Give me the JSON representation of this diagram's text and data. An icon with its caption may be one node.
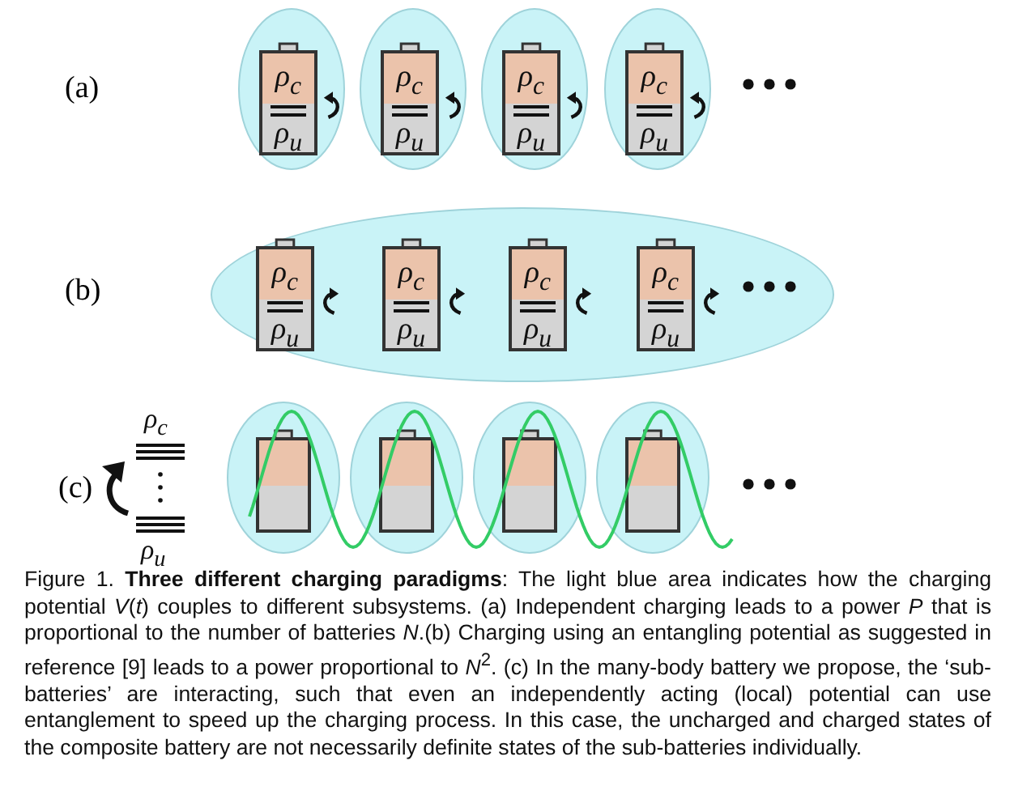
{
  "diagram": {
    "caption": "Figure 1. **Three different charging paradigms**: The light blue area indicates how the charging potential *V*(*t*) couples to different subsystems. (a) Independent charging leads to a power *P* that is proportional to the number of batteries *N*.(b) Charging using an entangling potential as suggested in reference [9] leads to a power proportional to *N*$^{2}$. (c) In the many-body battery we propose, the ‘sub-batteries’ are interacting, such that even an independently acting (local) potential can use entanglement to speed up the charging process. In this case, the uncharged and charged states of the composite battery are not necessarily definite states of the sub-batteries individually.",
    "nodes": [
      {
        "text": [],
        "shape": "ellipse"
      },
      {
        "text": [
          "ρ$_{c}$",
          "ρ$_{u}$"
        ],
        "in": 0
      },
      {
        "text": [],
        "shape": "ellipse"
      },
      {
        "text": [
          "ρ$_{c}$",
          "ρ$_{u}$"
        ],
        "in": 2
      },
      {
        "text": [],
        "shape": "ellipse"
      },
      {
        "text": [
          "ρ$_{c}$",
          "ρ$_{u}$"
        ],
        "in": 4
      },
      {
        "text": [],
        "shape": "ellipse"
      },
      {
        "text": [
          "ρ$_{c}$",
          "ρ$_{u}$"
        ],
        "in": 6
      },
      {
        "text": [],
        "shape": "ellipse"
      },
      {
        "text": [
          "ρ$_{c}$",
          "ρ$_{u}$"
        ],
        "in": 8
      },
      {
        "text": [
          "ρ$_{c}$",
          "ρ$_{u}$"
        ],
        "in": 8
      },
      {
        "text": [
          "ρ$_{c}$",
          "ρ$_{u}$"
        ],
        "in": 8
      },
      {
        "text": [
          "ρ$_{c}$",
          "ρ$_{u}$"
        ],
        "in": 8
      },
      {
        "text": [],
        "shape": "ellipse"
      },
      {
        "text": [],
        "shape": "battery",
        "in": 13
      },
      {
        "text": [],
        "shape": "ellipse"
      },
      {
        "text": [],
        "shape": "battery",
        "in": 15
      },
      {
        "text": [],
        "shape": "ellipse"
      },
      {
        "text": [],
        "shape": "battery",
        "in": 17
      },
      {
        "text": [],
        "shape": "ellipse"
      },
      {
        "text": [],
        "shape": "battery",
        "in": 19
      }
    ],
    "edges": [],
    "labels": [
      "(a)",
      "(b)",
      "(c)",
      "ρ$_{c}$",
      "ρ$_{u}$"
    ]
  }
}
